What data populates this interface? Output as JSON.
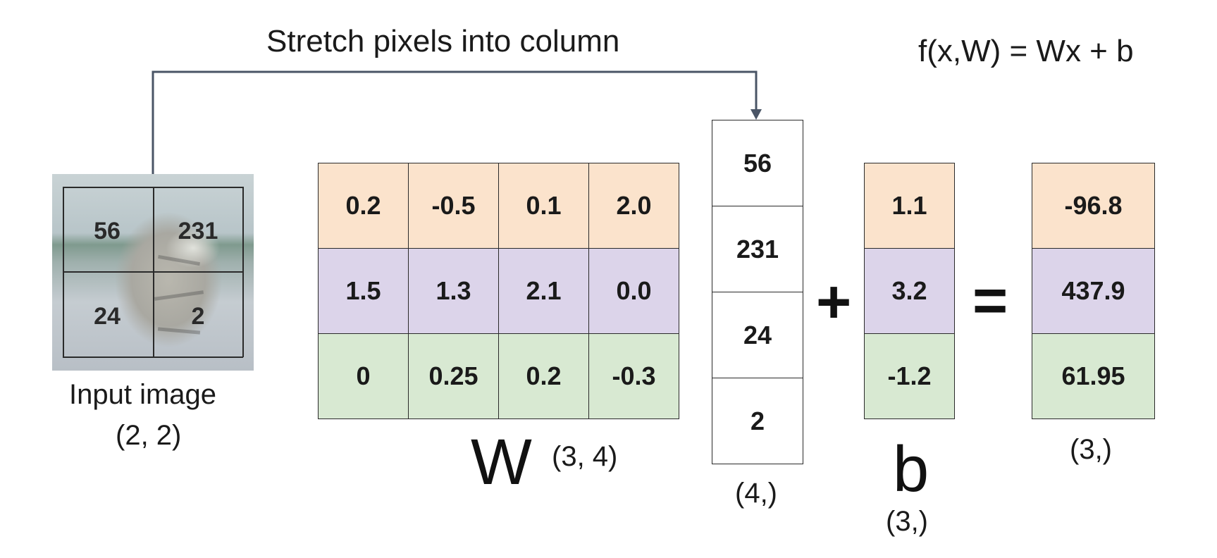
{
  "header": {
    "stretch_label": "Stretch pixels into column",
    "formula": "f(x,W) = Wx + b"
  },
  "input_image": {
    "pixels": [
      "56",
      "231",
      "24",
      "2"
    ],
    "label": "Input image",
    "shape": "(2, 2)"
  },
  "weights": {
    "rows": [
      [
        "0.2",
        "-0.5",
        "0.1",
        "2.0"
      ],
      [
        "1.5",
        "1.3",
        "2.1",
        "0.0"
      ],
      [
        "0",
        "0.25",
        "0.2",
        "-0.3"
      ]
    ],
    "letter": "W",
    "shape": "(3, 4)"
  },
  "column": {
    "values": [
      "56",
      "231",
      "24",
      "2"
    ],
    "shape": "(4,)"
  },
  "operators": {
    "plus": "+",
    "equals": "="
  },
  "bias": {
    "values": [
      "1.1",
      "3.2",
      "-1.2"
    ],
    "letter": "b",
    "shape": "(3,)"
  },
  "result": {
    "values": [
      "-96.8",
      "437.9",
      "61.95"
    ],
    "shape": "(3,)"
  },
  "colors": {
    "row1": "#fbe3cc",
    "row2": "#dcd4ea",
    "row3": "#d8e9d2",
    "arrow": "#4a5566"
  }
}
